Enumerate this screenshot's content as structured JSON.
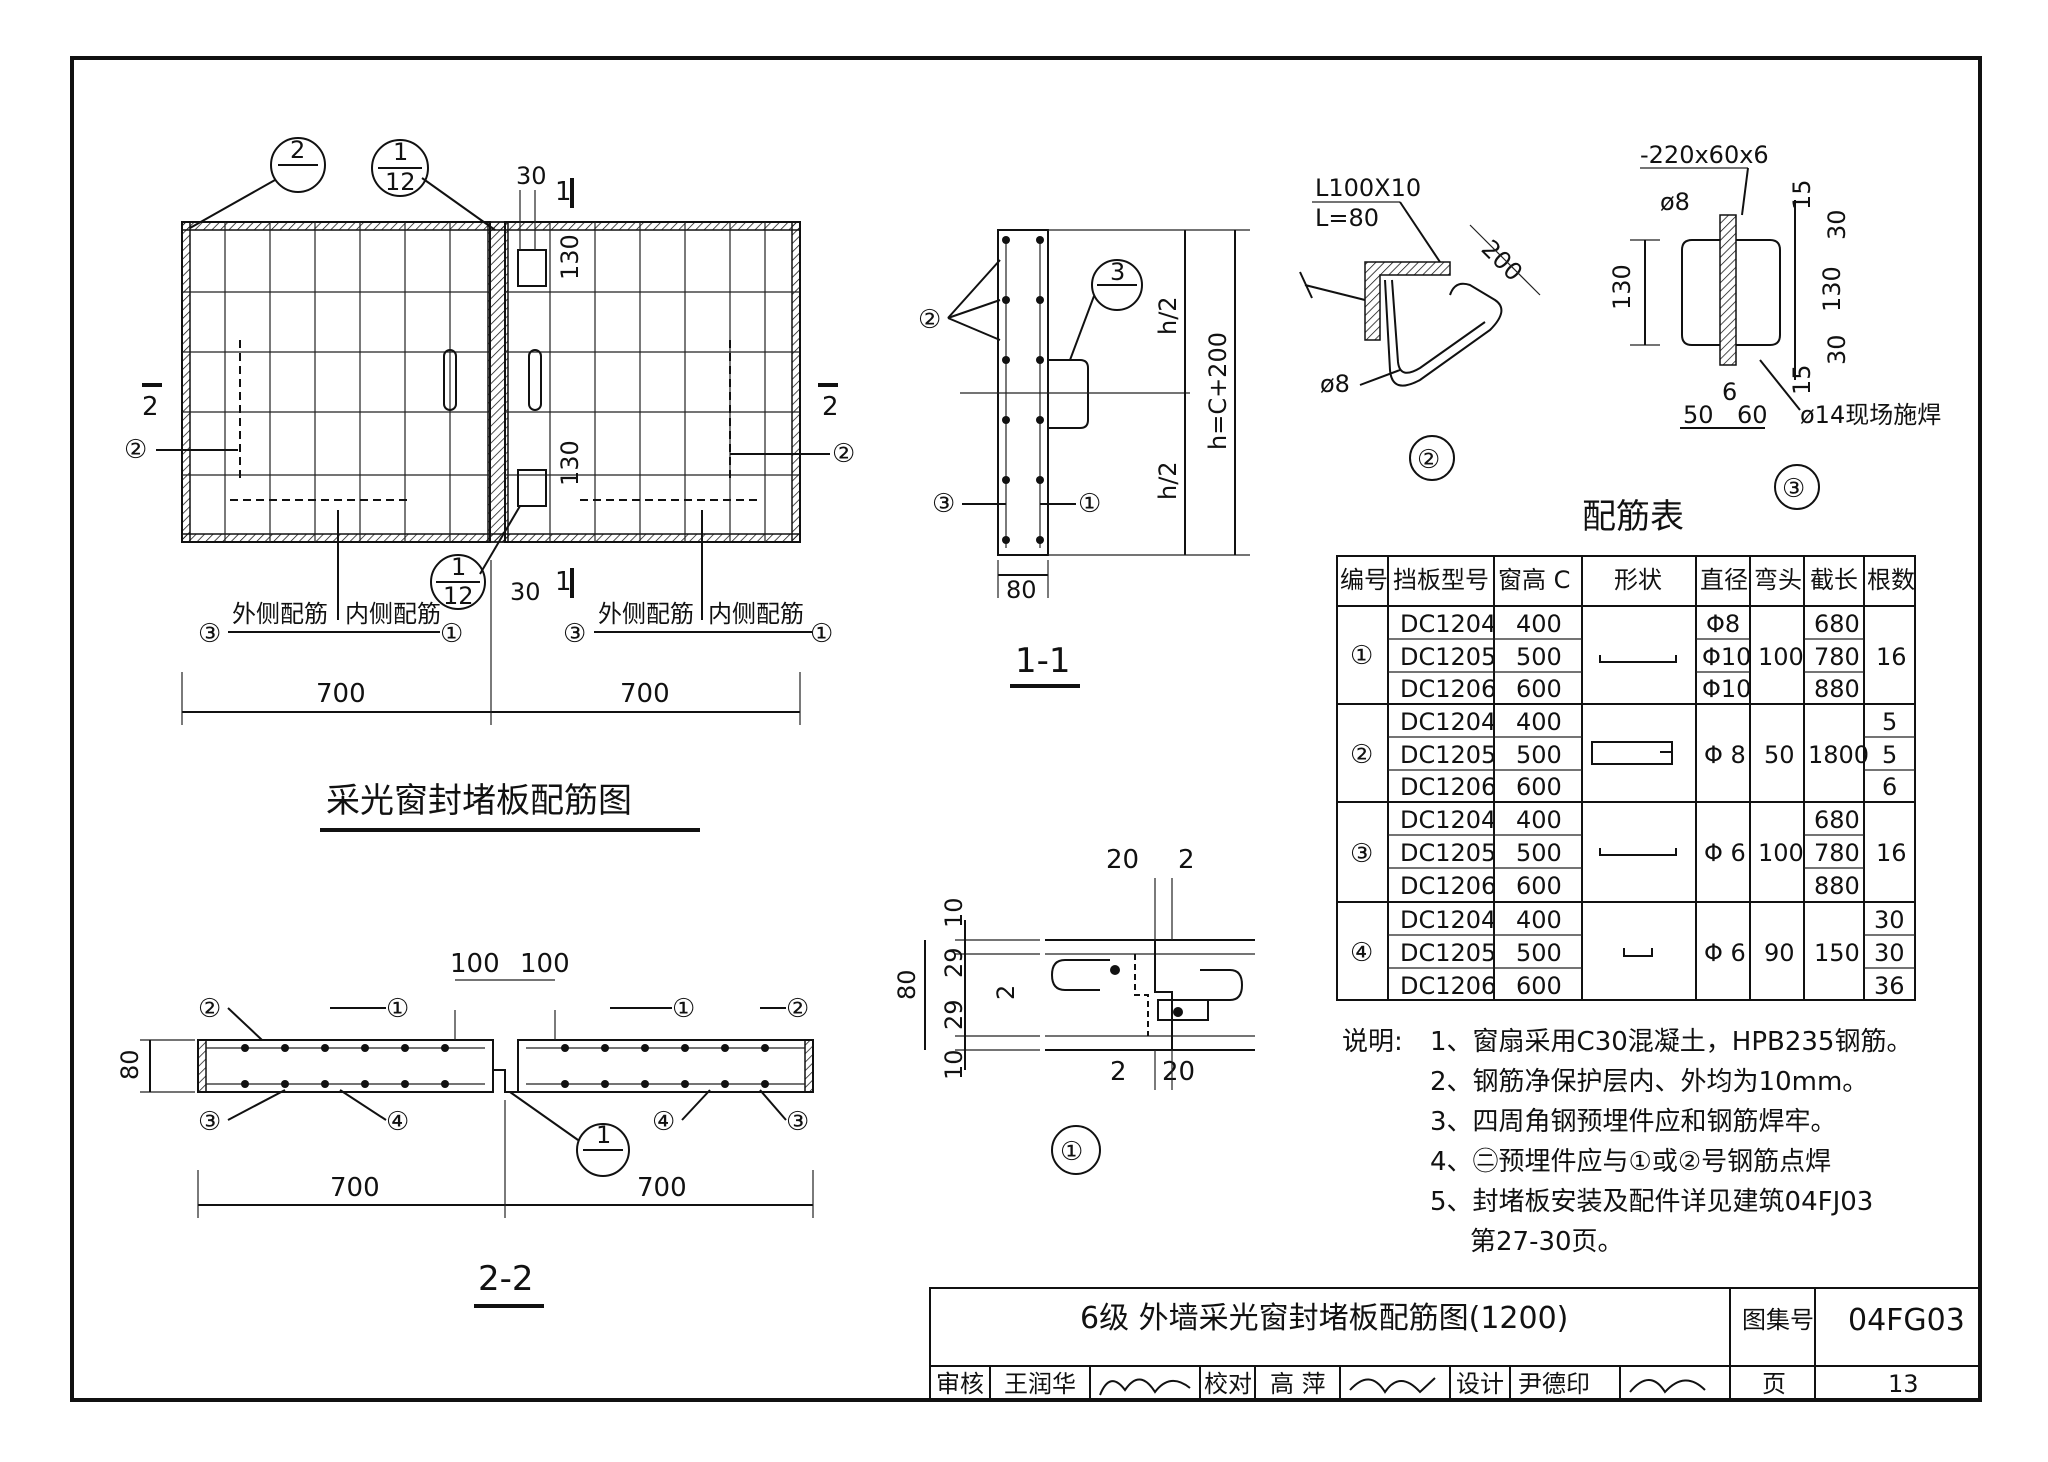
{
  "plan": {
    "title": "采光窗封堵板配筋图",
    "callout_2": "2",
    "callout_1_12_top": "1",
    "callout_1_12_bottom": "12",
    "dim_30_top": "30",
    "section_1": "1",
    "dim_130_a": "130",
    "dim_130_b": "130",
    "section_2_left": "2",
    "section_2_right": "2",
    "mark_2": "②",
    "mark_1": "①",
    "mark_3": "③",
    "outer_rebar": "外侧配筋",
    "inner_rebar": "内侧配筋",
    "dim_30_bottom": "30",
    "dim_700_left": "700",
    "dim_700_right": "700"
  },
  "section11": {
    "title": "1-1",
    "dim_80": "80",
    "h_half_top": "h/2",
    "h_half_bottom": "h/2",
    "h_total": "h=C+200",
    "callout_3_top": "3",
    "mark_2": "②",
    "mark_3": "③",
    "mark_1": "①"
  },
  "detail2": {
    "label_angle": "L100X10",
    "label_length": "L=80",
    "dim_200": "200",
    "bar": "ø8",
    "mark": "②"
  },
  "detail3": {
    "plate": "-220x60x6",
    "bar_top": "ø8",
    "dim_130_left": "130",
    "dim_15_top": "15",
    "dim_30_top": "30",
    "dim_130_right": "130",
    "dim_30_bottom": "30",
    "dim_15_bottom": "15",
    "dim_50": "50",
    "dim_6": "6",
    "dim_60": "60",
    "weld": "ø14现场施焊",
    "mark": "③"
  },
  "section22": {
    "title": "2-2",
    "dim_100_a": "100",
    "dim_100_b": "100",
    "dim_80": "80",
    "dim_700_left": "700",
    "dim_700_right": "700",
    "callout_1": "1",
    "mark_2": "②",
    "mark_1": "①",
    "mark_3": "③",
    "mark_4": "④"
  },
  "detail1": {
    "dim_20_top": "20",
    "dim_2_top": "2",
    "dim_10_top": "10",
    "dim_29_a": "29",
    "dim_29_b": "29",
    "dim_80": "80",
    "dim_2_mid": "2",
    "dim_10_bottom": "10",
    "dim_2_bottom": "2",
    "dim_20_bottom": "20",
    "mark": "①"
  },
  "table": {
    "title": "配筋表",
    "headers": [
      "编号",
      "挡板型号",
      "窗高 C",
      "形状",
      "直径",
      "弯头",
      "截长",
      "根数"
    ],
    "groups": [
      {
        "no": "①",
        "rows": [
          [
            "DC1204",
            "400",
            "Φ8",
            "680"
          ],
          [
            "DC1205",
            "500",
            "Φ10",
            "780"
          ],
          [
            "DC1206",
            "600",
            "Φ10",
            "880"
          ]
        ],
        "bend": "100",
        "count": [
          "16"
        ]
      },
      {
        "no": "②",
        "rows": [
          [
            "DC1204",
            "400",
            "Φ 8",
            "1800"
          ],
          [
            "DC1205",
            "500",
            "",
            ""
          ],
          [
            "DC1206",
            "600",
            "",
            ""
          ]
        ],
        "bend": "50",
        "count": [
          "5",
          "5",
          "6"
        ]
      },
      {
        "no": "③",
        "rows": [
          [
            "DC1204",
            "400",
            "Φ 6",
            "680"
          ],
          [
            "DC1205",
            "500",
            "",
            "780"
          ],
          [
            "DC1206",
            "600",
            "",
            "880"
          ]
        ],
        "bend": "100",
        "count": [
          "16"
        ]
      },
      {
        "no": "④",
        "rows": [
          [
            "DC1204",
            "400",
            "Φ 6",
            "150"
          ],
          [
            "DC1205",
            "500",
            "",
            ""
          ],
          [
            "DC1206",
            "600",
            "",
            ""
          ]
        ],
        "bend": "90",
        "count": [
          "30",
          "30",
          "36"
        ]
      }
    ]
  },
  "notes": {
    "label": "说明:",
    "items": [
      "1、窗扇采用C30混凝土，HPB235钢筋。",
      "2、钢筋净保护层内、外均为10mm。",
      "3、四周角钢预埋件应和钢筋焊牢。",
      "4、㊁预埋件应与①或②号钢筋点焊",
      "5、封堵板安装及配件详见建筑04FJ03",
      "第27-30页。"
    ]
  },
  "titleblock": {
    "title": "6级  外墙采光窗封堵板配筋图(1200)",
    "atlas_label": "图集号",
    "atlas_no": "04FG03",
    "review_label": "审核",
    "reviewer": "王润华",
    "check_label": "校对",
    "checker": "高 萍",
    "design_label": "设计",
    "designer": "尹德印",
    "page_label": "页",
    "page_no": "13"
  }
}
